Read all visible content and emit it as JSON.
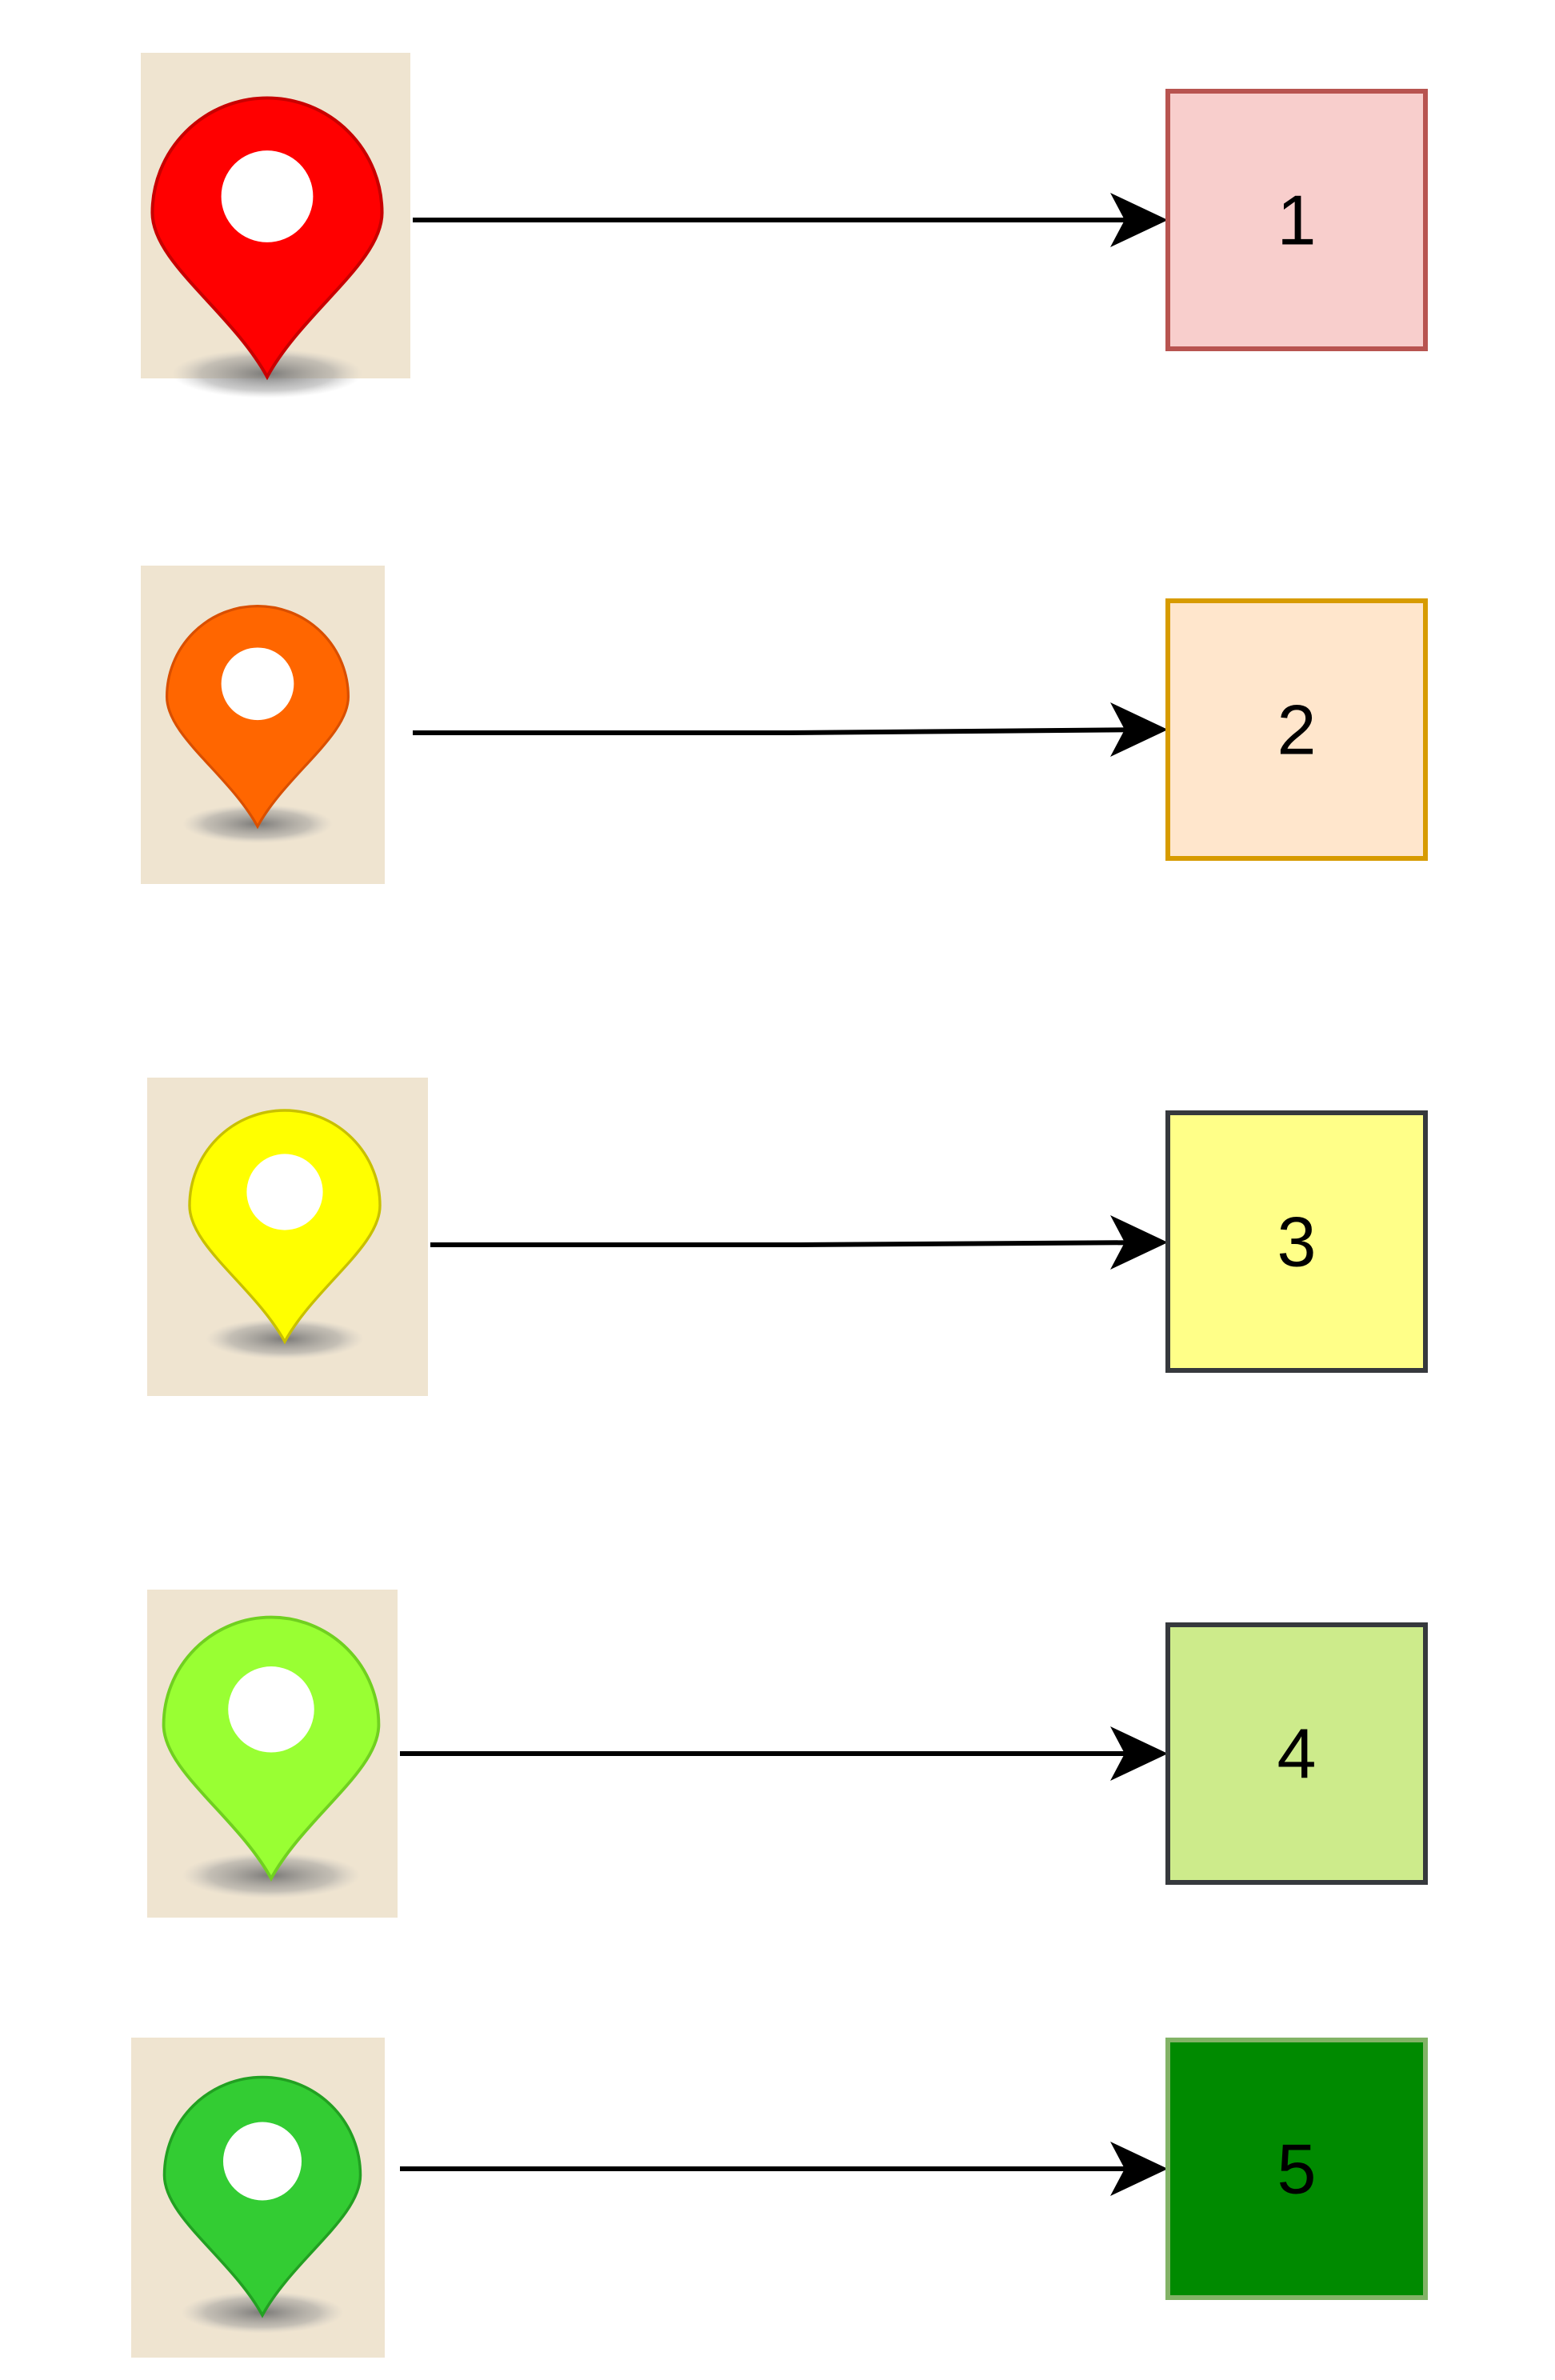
{
  "rows": [
    {
      "pin": {
        "icon": "map-pin-icon",
        "color": "#ff0000",
        "edge_color": "#c80000"
      },
      "box": {
        "label": "1",
        "fill": "#f8cecc",
        "stroke": "#b85450"
      }
    },
    {
      "pin": {
        "icon": "map-pin-icon",
        "color": "#ff6600",
        "edge_color": "#d94f00"
      },
      "box": {
        "label": "2",
        "fill": "#ffe6cc",
        "stroke": "#d79b00"
      }
    },
    {
      "pin": {
        "icon": "map-pin-icon",
        "color": "#ffff00",
        "edge_color": "#c8c000"
      },
      "box": {
        "label": "3",
        "fill": "#ffff88",
        "stroke": "#36393d"
      }
    },
    {
      "pin": {
        "icon": "map-pin-icon",
        "color": "#99ff33",
        "edge_color": "#70d020"
      },
      "box": {
        "label": "4",
        "fill": "#cdeb8b",
        "stroke": "#36393d"
      }
    },
    {
      "pin": {
        "icon": "map-pin-icon",
        "color": "#33cc33",
        "edge_color": "#22a022"
      },
      "box": {
        "label": "5",
        "fill": "#008a00",
        "stroke": "#82b366"
      }
    }
  ],
  "pin_background": "#efe4d0",
  "arrow_color": "#000000"
}
